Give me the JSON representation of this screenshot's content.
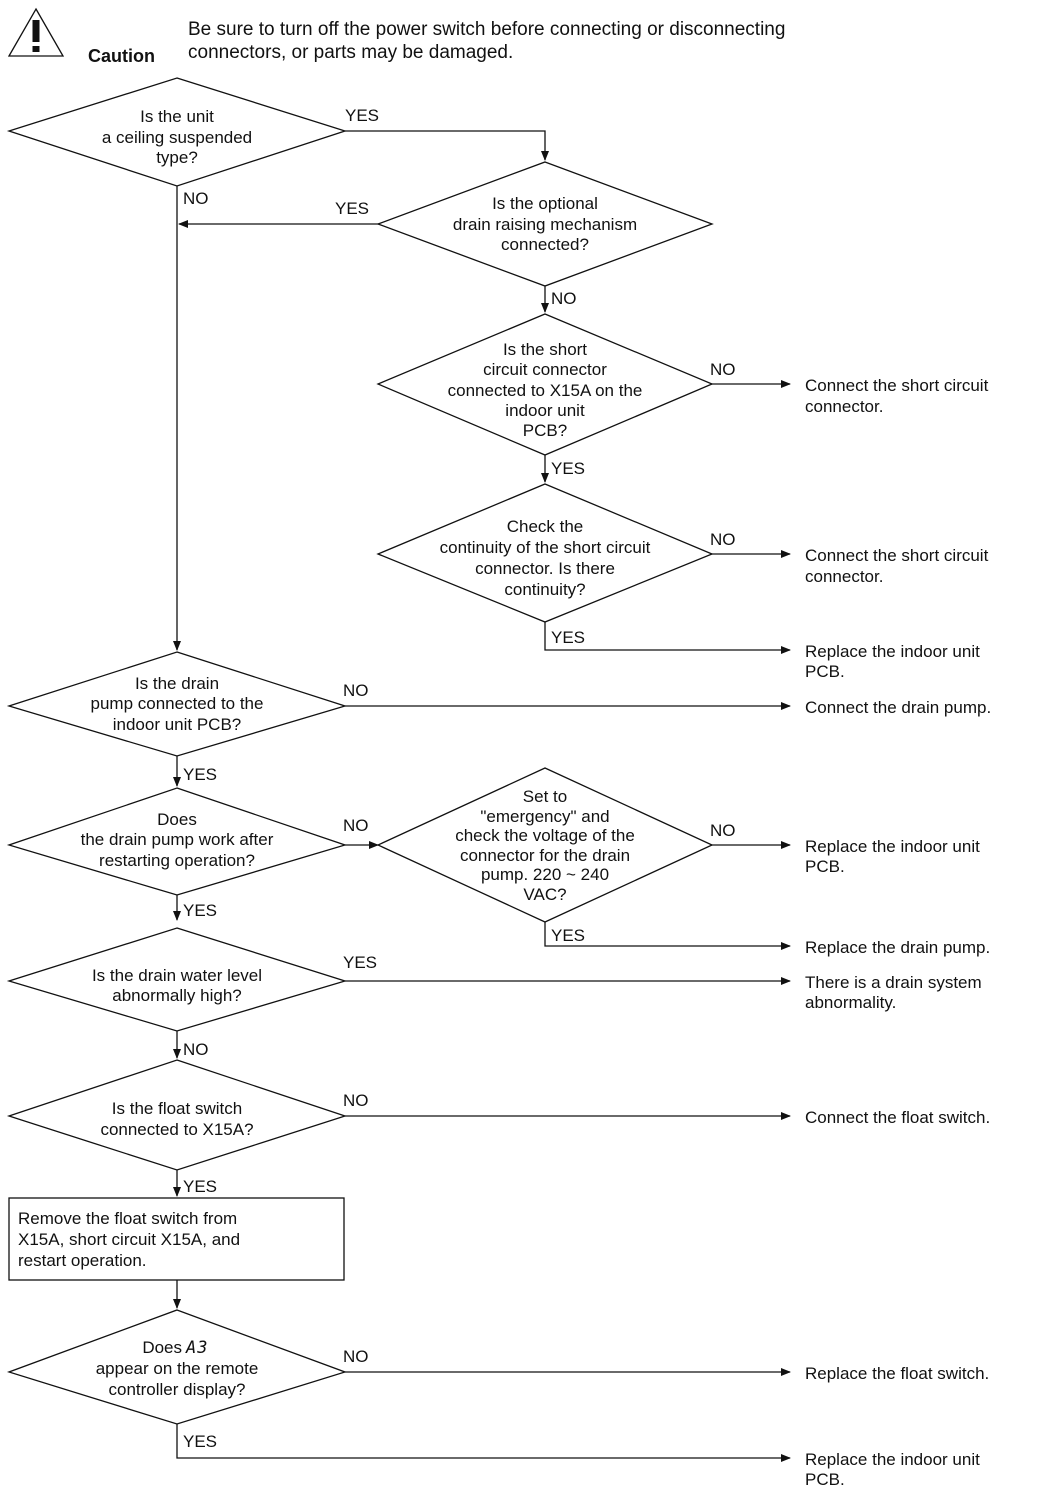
{
  "caution": {
    "label": "Caution",
    "line1": "Be sure to turn off the power switch before connecting or disconnecting",
    "line2": "connectors, or parts may be damaged."
  },
  "nodes": {
    "d1": [
      "Is the unit",
      "a ceiling suspended",
      "type?"
    ],
    "d2": [
      "Is the optional",
      "drain raising mechanism",
      "connected?"
    ],
    "d3": [
      "Is the short",
      "circuit connector",
      "connected to X15A on the",
      "indoor unit",
      "PCB?"
    ],
    "d4": [
      "Check the",
      "continuity of the short circuit",
      "connector. Is there",
      "continuity?"
    ],
    "d5": [
      "Is the drain",
      "pump connected to the",
      "indoor unit PCB?"
    ],
    "d6": [
      "Does",
      "the drain pump work after",
      "restarting operation?"
    ],
    "d7": [
      "Set to",
      "\"emergency\" and",
      "check the voltage of the",
      "connector for the drain",
      "pump. 220 ~ 240",
      "VAC?"
    ],
    "d8": [
      "Is the drain water level",
      "abnormally high?"
    ],
    "d9": [
      "Is the float switch",
      "connected to X15A?"
    ],
    "b1": [
      "Remove the float switch from",
      "X15A, short circuit X15A, and",
      "restart operation."
    ],
    "d10a": "Does",
    "d10_code": "A3",
    "d10": [
      "appear on the remote",
      "controller display?"
    ]
  },
  "outcomes": {
    "o1": [
      "Connect the short circuit",
      "connector."
    ],
    "o2": [
      "Connect the short circuit",
      "connector."
    ],
    "o3": [
      "Replace the indoor unit",
      "PCB."
    ],
    "o4": [
      "Connect the drain pump."
    ],
    "o5": [
      "Replace the indoor unit",
      "PCB."
    ],
    "o6": [
      "Replace the drain pump."
    ],
    "o7": [
      "There is a drain system",
      "abnormality."
    ],
    "o8": [
      "Connect the float switch."
    ],
    "o9": [
      "Replace the float switch."
    ],
    "o10": [
      "Replace the indoor unit",
      "PCB."
    ]
  },
  "edge_labels": {
    "yes": "YES",
    "no": "NO"
  }
}
